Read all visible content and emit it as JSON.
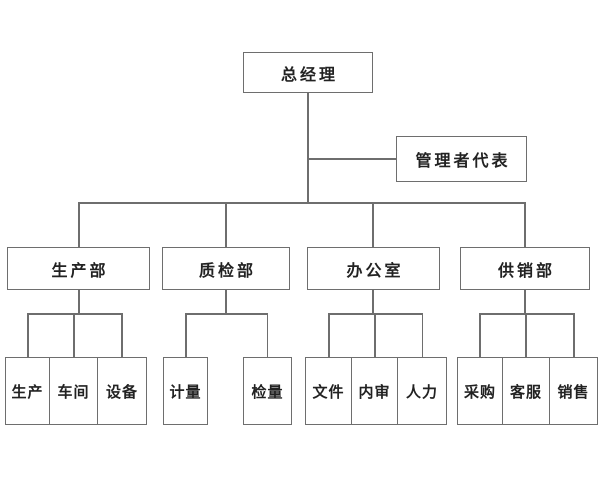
{
  "org": {
    "root": {
      "label": "总经理"
    },
    "staff": {
      "label": "管理者代表"
    },
    "departments": [
      {
        "label": "生产部",
        "children": [
          "生产",
          "车间",
          "设备"
        ]
      },
      {
        "label": "质检部",
        "children": [
          "计量",
          "检量"
        ]
      },
      {
        "label": "办公室",
        "children": [
          "文件",
          "内审",
          "人力"
        ]
      },
      {
        "label": "供销部",
        "children": [
          "采购",
          "客服",
          "销售"
        ]
      }
    ],
    "colors": {
      "line": "#6e6e6e",
      "text": "#222222",
      "background": "#ffffff"
    }
  }
}
